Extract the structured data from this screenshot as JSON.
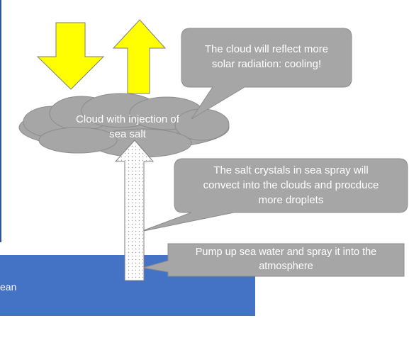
{
  "colors": {
    "ocean": "#4472c4",
    "cloud": "#a6a6a6",
    "callout_fill": "#a6a6a6",
    "callout_stroke": "#8c8c8c",
    "sun_arrow": "#ffff00",
    "arrow_outline": "#7f7f7f",
    "divider": "#2f5597",
    "label_text": "#ffffff"
  },
  "ocean": {
    "label": "ean"
  },
  "cloud": {
    "label_line1": "Cloud with injection of",
    "label_line2": "sea salt"
  },
  "callouts": {
    "cooling": {
      "line1": "The cloud will reflect more",
      "line2": "solar radiation: cooling!"
    },
    "convection": {
      "line1": "The salt crystals in sea spray will",
      "line2": "convect into the clouds and procduce",
      "line3": "more droplets"
    },
    "pump": {
      "line1": "Pump  up sea water and spray it into the",
      "line2": "atmosphere"
    }
  },
  "icons": {
    "incoming": "arrow-down-icon",
    "outgoing": "arrow-up-icon",
    "spray": "arrow-up-icon"
  }
}
